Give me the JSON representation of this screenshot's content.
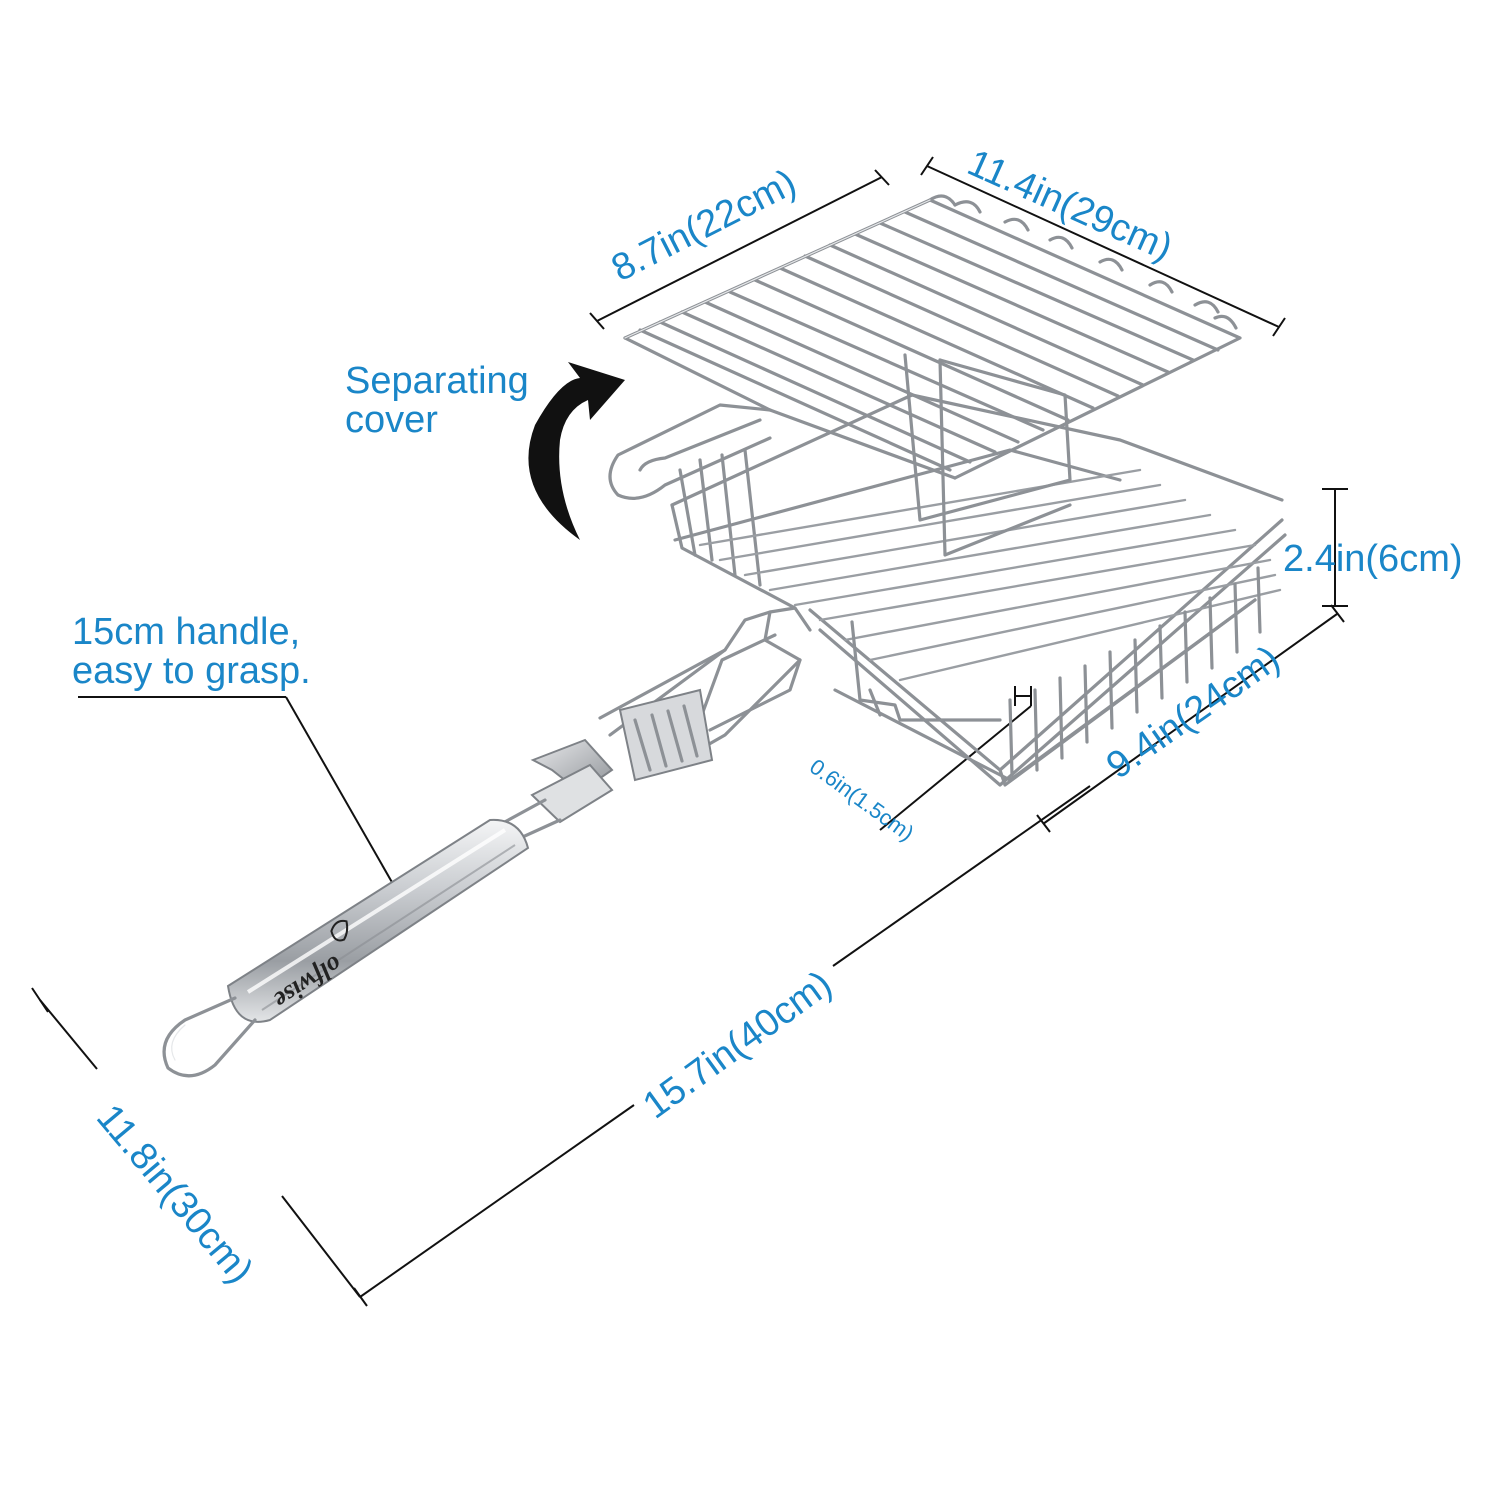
{
  "dimensions": {
    "top_short": "8.7in(22cm)",
    "top_long": "11.4in(29cm)",
    "height": "2.4in(6cm)",
    "depth": "9.4in(24cm)",
    "gap": "0.6in(1.5cm)",
    "total_length": "15.7in(40cm)",
    "total_width": "11.8in(30cm)"
  },
  "callouts": {
    "cover_line1": "Separating",
    "cover_line2": "cover",
    "handle_line1": "15cm handle,",
    "handle_line2": "easy to grasp."
  },
  "brand": "olfwise",
  "colors": {
    "label_blue": "#1a86c8",
    "dimension_line": "#111111",
    "steel": "#8d9196"
  }
}
